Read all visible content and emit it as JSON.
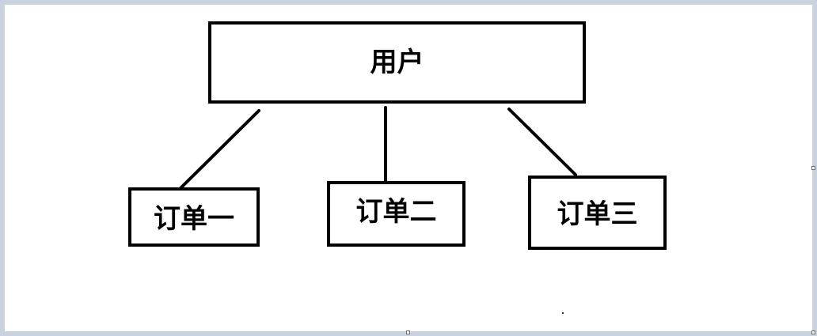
{
  "root": {
    "label": "用户"
  },
  "children": [
    {
      "label": "订单一"
    },
    {
      "label": "订单二"
    },
    {
      "label": "订单三"
    }
  ],
  "colors": {
    "stroke": "#000000",
    "fill": "#ffffff",
    "frame": "#c9d3e0"
  }
}
